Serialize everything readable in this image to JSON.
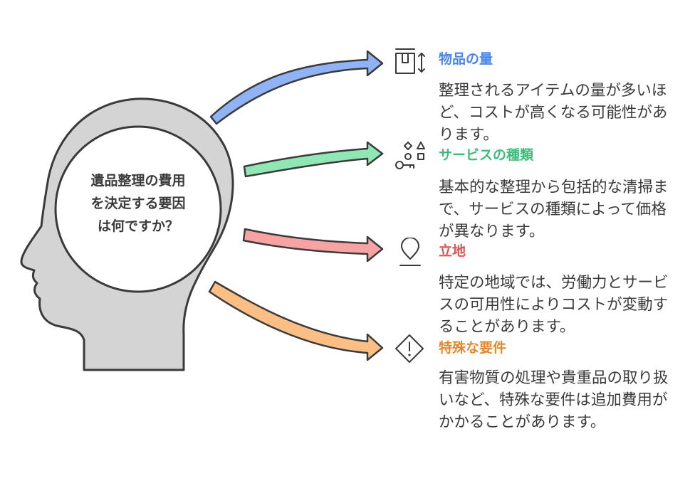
{
  "center": {
    "line1": "遺品整理の費用",
    "line2": "を決定する要因",
    "line3": "は何ですか？"
  },
  "items": [
    {
      "title": "物品の量",
      "desc": "整理されるアイテムの量が多いほど、コストが高くなる可能性があります。",
      "color": "#4a86e8",
      "icon": "box-size-icon"
    },
    {
      "title": "サービスの種類",
      "desc": "基本的な整理から包括的な清掃まで、サービスの種類によって価格が異なります。",
      "color": "#3dbb7a",
      "icon": "shapes-key-icon"
    },
    {
      "title": "立地",
      "desc": "特定の地域では、労働力とサービスの可用性によりコストが変動することがあります。",
      "color": "#e05252",
      "icon": "location-pin-icon"
    },
    {
      "title": "特殊な要件",
      "desc": "有害物質の処理や貴重品の取り扱いなど、特殊な要件は追加費用がかかることがあります。",
      "color": "#e0892e",
      "icon": "warning-diamond-icon"
    }
  ],
  "arrow_colors": [
    "#8fb3f5",
    "#8ee7b4",
    "#f7a3a3",
    "#fbbf86"
  ]
}
